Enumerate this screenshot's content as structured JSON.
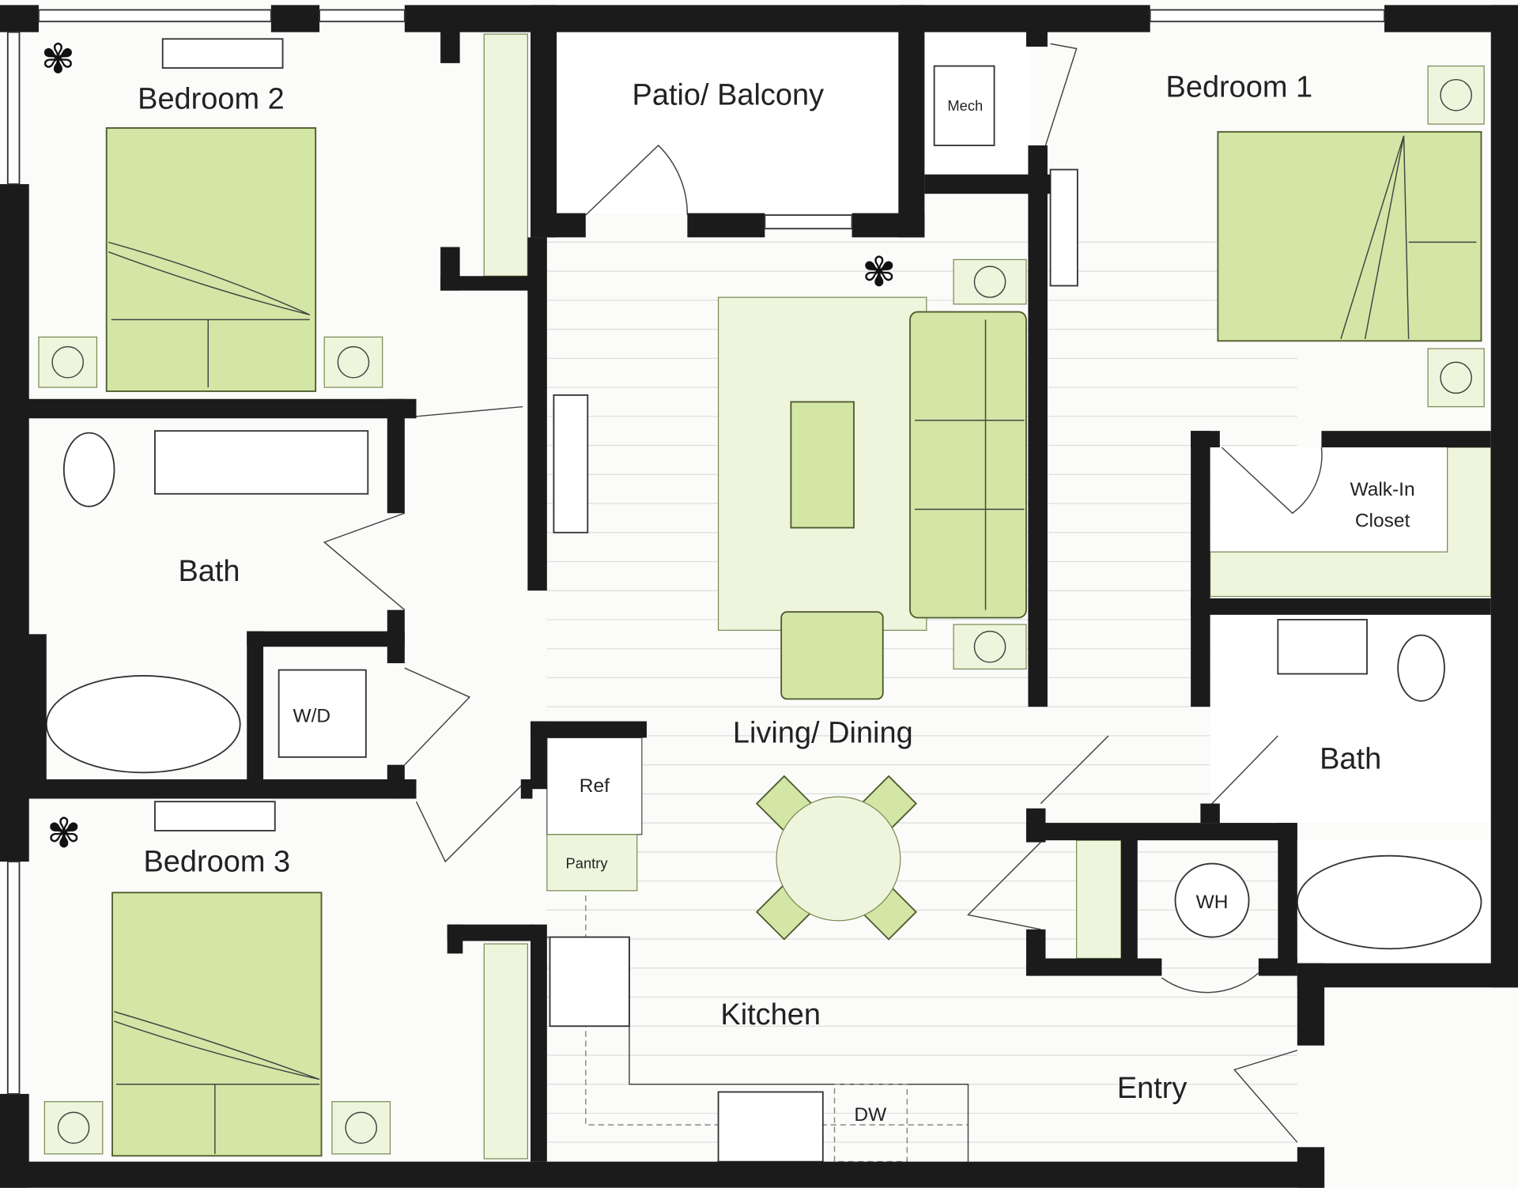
{
  "title": "Floor plan",
  "colors": {
    "wall": "#1b1b1b",
    "furniture": "#d4e6a5",
    "accent_light": "#eef5dc"
  },
  "rooms": {
    "bedroom_2": "Bedroom 2",
    "patio": "Patio/ Balcony",
    "mech": "Mech",
    "bedroom_1": "Bedroom 1",
    "walk_in_closet_line1": "Walk-In",
    "walk_in_closet_line2": "Closet",
    "bath_left": "Bath",
    "wd": "W/D",
    "bedroom_3": "Bedroom 3",
    "ref": "Ref",
    "pantry": "Pantry",
    "living_dining": "Living/ Dining",
    "kitchen": "Kitchen",
    "dw": "DW",
    "wh": "WH",
    "bath_right": "Bath",
    "entry": "Entry"
  }
}
